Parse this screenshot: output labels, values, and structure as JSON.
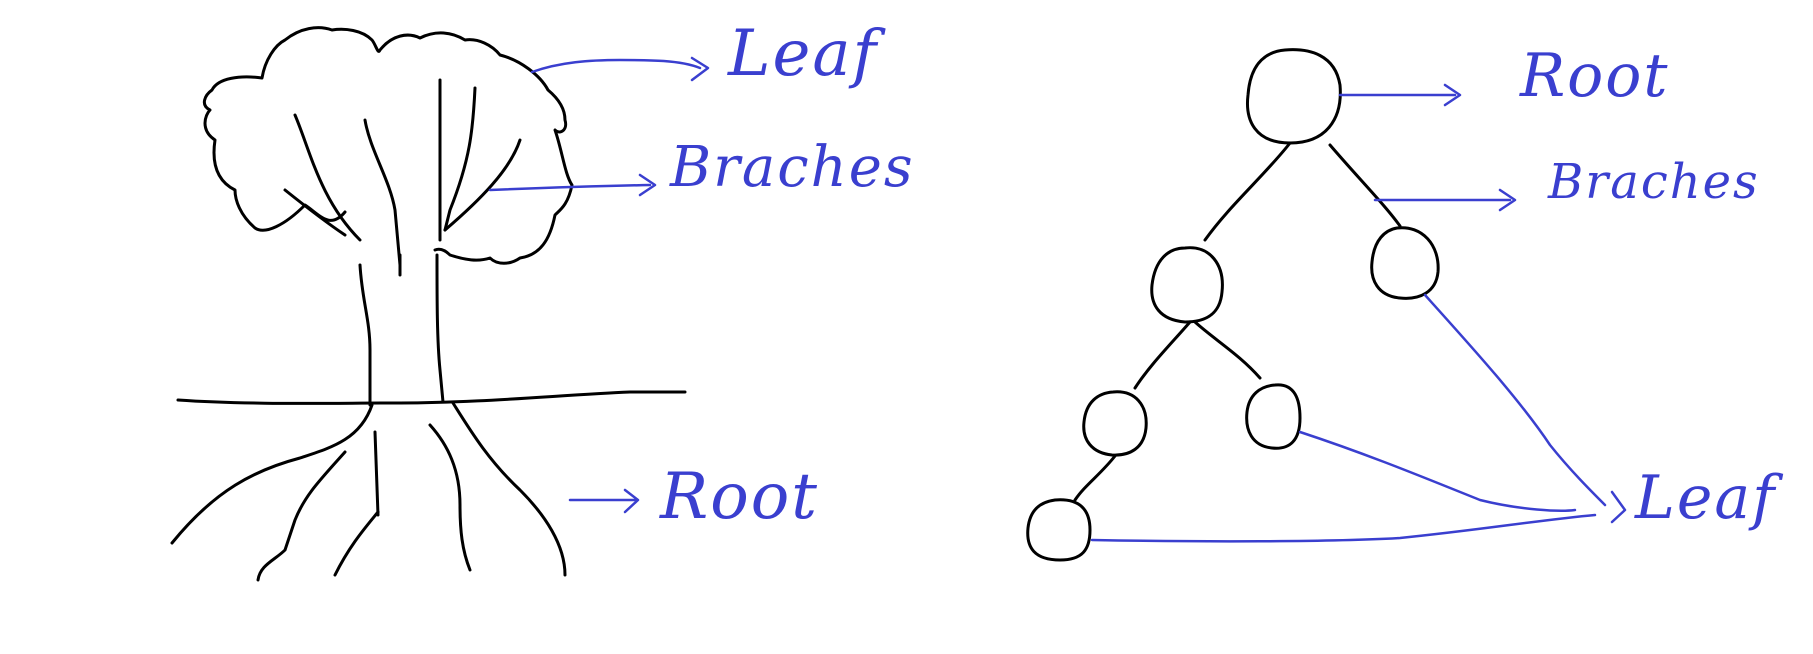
{
  "colors": {
    "ink": "#000000",
    "annotation": "#3a3fcf",
    "background": "#ffffff"
  },
  "real_tree": {
    "labels": {
      "leaf": "Leaf",
      "branches": "Braches",
      "root": "Root"
    }
  },
  "data_tree": {
    "labels": {
      "root": "Root",
      "branches": "Braches",
      "leaf": "Leaf"
    }
  }
}
